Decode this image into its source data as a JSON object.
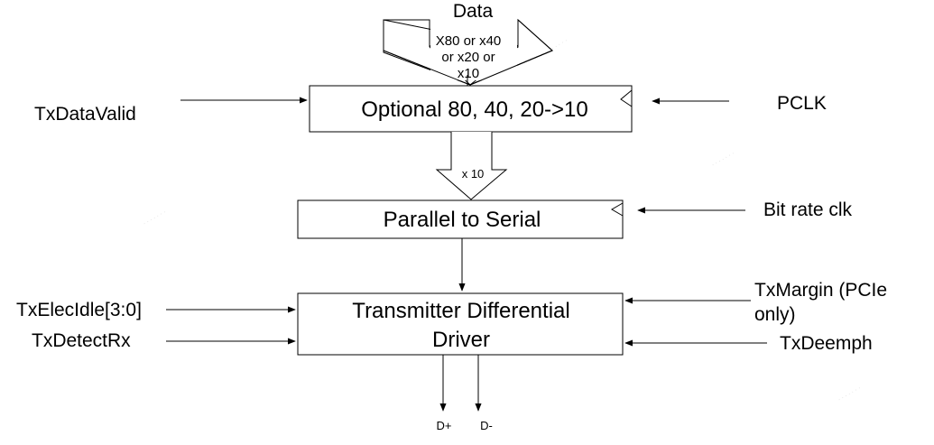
{
  "data_label": "Data",
  "data_width_lines": [
    "X80 or x40",
    "or x20 or",
    "x10"
  ],
  "blocks": {
    "optional_converter": "Optional 80, 40, 20->10",
    "parallel_to_serial": "Parallel to Serial",
    "driver_line1": "Transmitter Differential",
    "driver_line2": "Driver"
  },
  "inputs": {
    "tx_data_valid": "TxDataValid",
    "pclk": "PCLK",
    "bit_rate_clk": "Bit rate clk",
    "tx_elec_idle": "TxElecIdle[3:0]",
    "tx_detect_rx": "TxDetectRx",
    "tx_margin_line1": "TxMargin (PCIe",
    "tx_margin_line2": "only)",
    "tx_deemph": "TxDeemph"
  },
  "bus_width_x10": "x 10",
  "outputs": {
    "d_plus": "D+",
    "d_minus": "D-"
  }
}
